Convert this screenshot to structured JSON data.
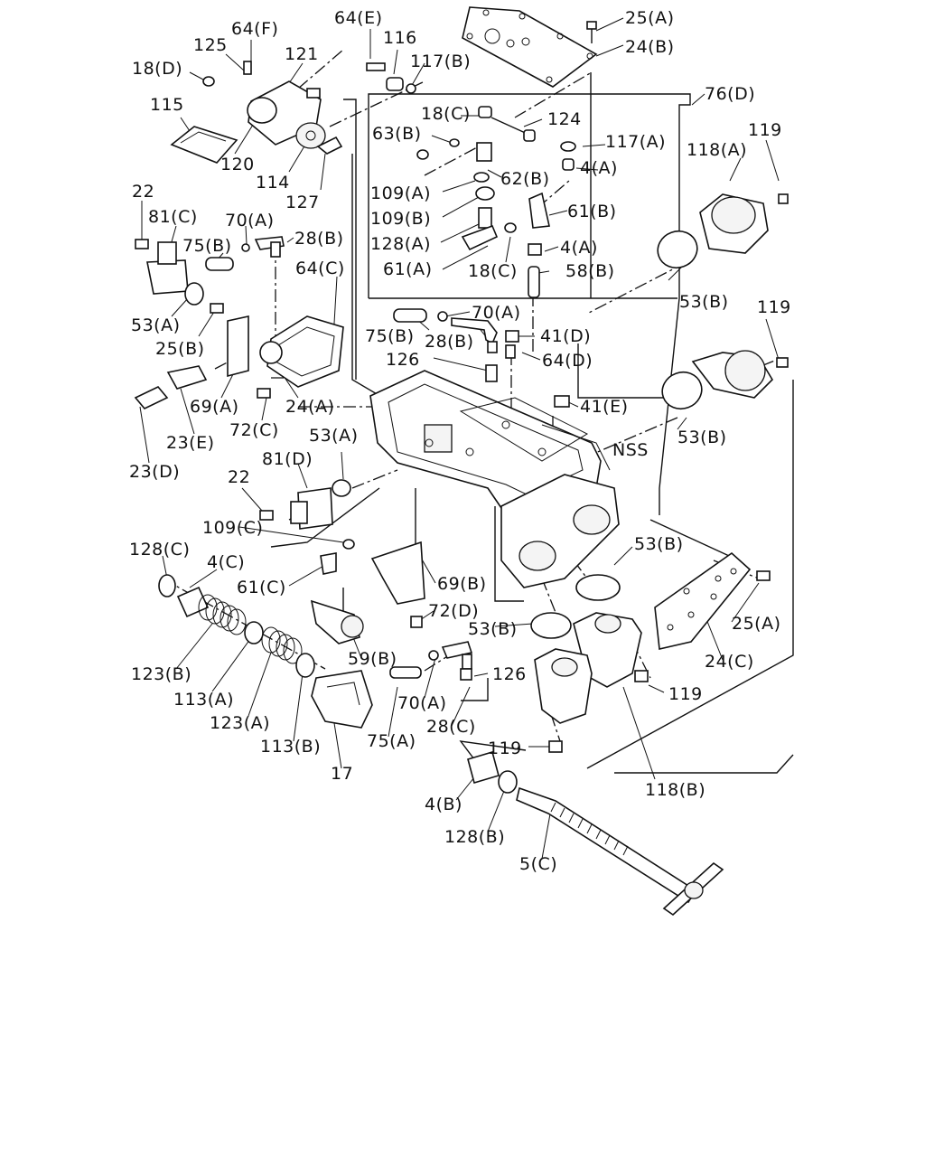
{
  "diagram": {
    "labels": {
      "p64f": "64(F)",
      "p125": "125",
      "p121": "121",
      "p18d": "18(D)",
      "p115": "115",
      "p120": "120",
      "p114": "114",
      "p127": "127",
      "p64e": "64(E)",
      "p116": "116",
      "p117b": "117(B)",
      "p25a_top": "25(A)",
      "p24b": "24(B)",
      "p76d": "76(D)",
      "p18c_top": "18(C)",
      "p124": "124",
      "p63b": "63(B)",
      "p117a": "117(A)",
      "p118a": "118(A)",
      "p119_a": "119",
      "p4a_top": "4(A)",
      "p62b": "62(B)",
      "p109a": "109(A)",
      "p109b": "109(B)",
      "p61b": "61(B)",
      "p128a": "128(A)",
      "p4a_mid": "4(A)",
      "p61a": "61(A)",
      "p18c_mid": "18(C)",
      "p58b": "58(B)",
      "p22_top": "22",
      "p81c": "81(C)",
      "p70a_top": "70(A)",
      "p75b_left": "75(B)",
      "p28b_left": "28(B)",
      "p64c": "64(C)",
      "p53b_r1": "53(B)",
      "p53a_left": "53(A)",
      "p25b": "25(B)",
      "p70a_mid": "70(A)",
      "p75b_mid": "75(B)",
      "p28b_mid": "28(B)",
      "p41d": "41(D)",
      "p119_b": "119",
      "p126_top": "126",
      "p64d": "64(D)",
      "p69a": "69(A)",
      "p24a": "24(A)",
      "p23e": "23(E)",
      "p72c": "72(C)",
      "p41e": "41(E)",
      "p53b_r2": "53(B)",
      "p53a_mid": "53(A)",
      "p23d": "23(D)",
      "p81d": "81(D)",
      "p22_mid": "22",
      "pNSS": "NSS",
      "p109c": "109(C)",
      "p128c": "128(C)",
      "p4c": "4(C)",
      "p61c": "61(C)",
      "p53b_mid": "53(B)",
      "p69b": "69(B)",
      "p25a_bot": "25(A)",
      "p72d": "72(D)",
      "p53b_low": "53(B)",
      "p59b": "59(B)",
      "p123b": "123(B)",
      "p126_bot": "126",
      "p24c": "24(C)",
      "p113a": "113(A)",
      "p70a_bot": "70(A)",
      "p119_c": "119",
      "p123a": "123(A)",
      "p28c": "28(C)",
      "p113b": "113(B)",
      "p75a": "75(A)",
      "p119_d": "119",
      "p17": "17",
      "p118b": "118(B)",
      "p4b": "4(B)",
      "p128b": "128(B)",
      "p5c": "5(C)"
    }
  }
}
